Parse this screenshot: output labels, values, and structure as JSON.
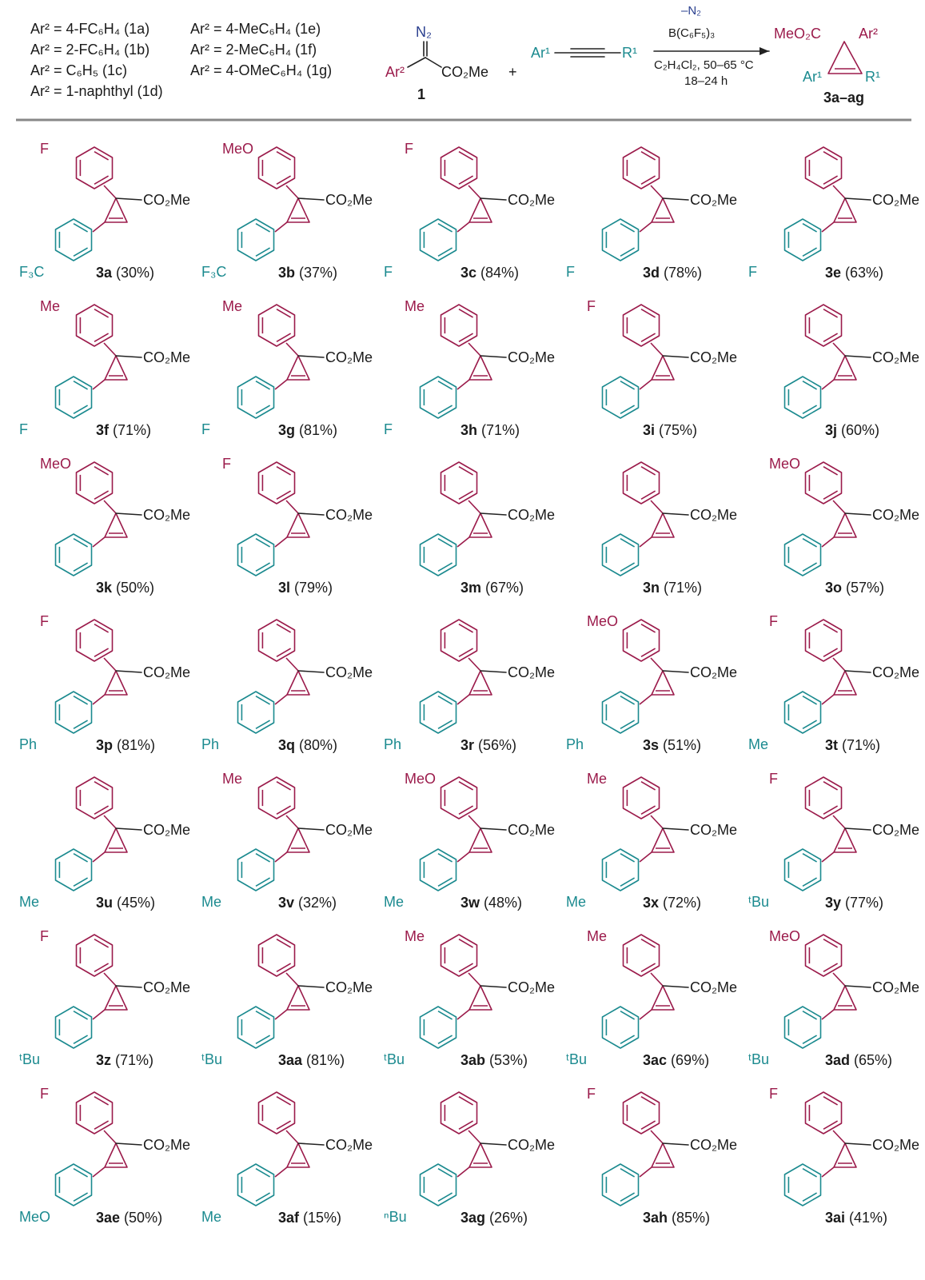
{
  "legend": [
    {
      "text": "Ar² = 4-FC₆H₄ (1a)"
    },
    {
      "text": "Ar² = 2-FC₆H₄ (1b)"
    },
    {
      "text": "Ar² = C₆H₅ (1c)"
    },
    {
      "text": "Ar² = 1-naphthyl (1d)"
    },
    {
      "text": "Ar² = 4-MeC₆H₄ (1e)"
    },
    {
      "text": "Ar² = 2-MeC₆H₄ (1f)"
    },
    {
      "text": "Ar² = 4-OMeC₆H₄ (1g)"
    }
  ],
  "reaction": {
    "diazo_n2": "N₂",
    "diazo_ar": "Ar²",
    "diazo_ester": "CO₂Me",
    "diazo_label": "1",
    "plus": "+",
    "alkyne_ar": "Ar¹",
    "alkyne_r": "R¹",
    "arrow_top": "–N₂",
    "catalyst": "B(C₆F₅)₃",
    "conditions": "C₂H₄Cl₂, 50–65 °C",
    "time": "18–24 h",
    "product_ester": "MeO₂C",
    "product_ar2": "Ar²",
    "product_ar1": "Ar¹",
    "product_r1": "R¹",
    "product_label": "3a–ag"
  },
  "compounds": [
    {
      "id": "3a",
      "yield": "(30%)",
      "top_sub": "F",
      "bottom_sub": "F₃C"
    },
    {
      "id": "3b",
      "yield": "(37%)",
      "top_sub": "MeO",
      "bottom_sub": "F₃C"
    },
    {
      "id": "3c",
      "yield": "(84%)",
      "top_sub": "F",
      "bottom_sub": "F"
    },
    {
      "id": "3d",
      "yield": "(78%)",
      "top_sub": "",
      "bottom_sub": "F"
    },
    {
      "id": "3e",
      "yield": "(63%)",
      "top_sub": "",
      "bottom_sub": "F"
    },
    {
      "id": "3f",
      "yield": "(71%)",
      "top_sub": "Me",
      "bottom_sub": "F"
    },
    {
      "id": "3g",
      "yield": "(81%)",
      "top_sub": "Me",
      "bottom_sub": "F"
    },
    {
      "id": "3h",
      "yield": "(71%)",
      "top_sub": "Me",
      "bottom_sub": "F"
    },
    {
      "id": "3i",
      "yield": "(75%)",
      "top_sub": "F",
      "bottom_sub": ""
    },
    {
      "id": "3j",
      "yield": "(60%)",
      "top_sub": "",
      "bottom_sub": ""
    },
    {
      "id": "3k",
      "yield": "(50%)",
      "top_sub": "MeO",
      "bottom_sub": ""
    },
    {
      "id": "3l",
      "yield": "(79%)",
      "top_sub": "F",
      "bottom_sub": ""
    },
    {
      "id": "3m",
      "yield": "(67%)",
      "top_sub": "",
      "bottom_sub": ""
    },
    {
      "id": "3n",
      "yield": "(71%)",
      "top_sub": "",
      "bottom_sub": ""
    },
    {
      "id": "3o",
      "yield": "(57%)",
      "top_sub": "MeO",
      "bottom_sub": ""
    },
    {
      "id": "3p",
      "yield": "(81%)",
      "top_sub": "F",
      "bottom_sub": "Ph"
    },
    {
      "id": "3q",
      "yield": "(80%)",
      "top_sub": "",
      "bottom_sub": "Ph"
    },
    {
      "id": "3r",
      "yield": "(56%)",
      "top_sub": "",
      "bottom_sub": "Ph"
    },
    {
      "id": "3s",
      "yield": "(51%)",
      "top_sub": "MeO",
      "bottom_sub": "Ph"
    },
    {
      "id": "3t",
      "yield": "(71%)",
      "top_sub": "F",
      "bottom_sub": "Me"
    },
    {
      "id": "3u",
      "yield": "(45%)",
      "top_sub": "",
      "bottom_sub": "Me"
    },
    {
      "id": "3v",
      "yield": "(32%)",
      "top_sub": "Me",
      "bottom_sub": "Me"
    },
    {
      "id": "3w",
      "yield": "(48%)",
      "top_sub": "MeO",
      "bottom_sub": "Me"
    },
    {
      "id": "3x",
      "yield": "(72%)",
      "top_sub": "Me",
      "bottom_sub": "Me"
    },
    {
      "id": "3y",
      "yield": "(77%)",
      "top_sub": "F",
      "bottom_sub": "ᵗBu"
    },
    {
      "id": "3z",
      "yield": "(71%)",
      "top_sub": "F",
      "bottom_sub": "ᵗBu"
    },
    {
      "id": "3aa",
      "yield": "(81%)",
      "top_sub": "",
      "bottom_sub": "ᵗBu"
    },
    {
      "id": "3ab",
      "yield": "(53%)",
      "top_sub": "Me",
      "bottom_sub": "ᵗBu"
    },
    {
      "id": "3ac",
      "yield": "(69%)",
      "top_sub": "Me",
      "bottom_sub": "ᵗBu"
    },
    {
      "id": "3ad",
      "yield": "(65%)",
      "top_sub": "MeO",
      "bottom_sub": "ᵗBu"
    },
    {
      "id": "3ae",
      "yield": "(50%)",
      "top_sub": "F",
      "bottom_sub": "MeO"
    },
    {
      "id": "3af",
      "yield": "(15%)",
      "top_sub": "",
      "bottom_sub": "Me"
    },
    {
      "id": "3ag",
      "yield": "(26%)",
      "top_sub": "",
      "bottom_sub": "ⁿBu"
    },
    {
      "id": "3ah",
      "yield": "(85%)",
      "top_sub": "F",
      "bottom_sub": ""
    },
    {
      "id": "3ai",
      "yield": "(41%)",
      "top_sub": "F",
      "bottom_sub": ""
    }
  ],
  "ester_label": "CO₂Me",
  "colors": {
    "aryl2": "#9b1b4b",
    "aryl1": "#1b8a8f",
    "diazo": "#2a3f8f",
    "rule": "#888888"
  }
}
